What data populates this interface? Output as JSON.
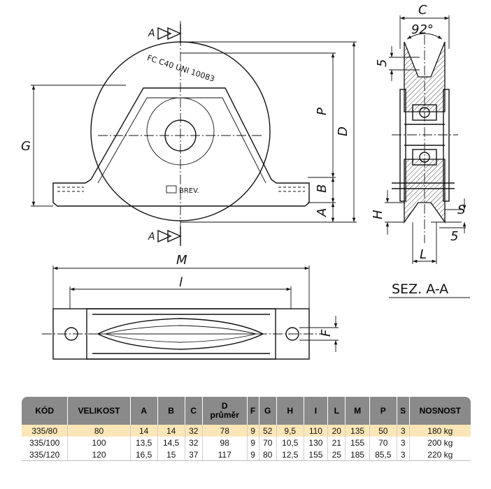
{
  "drawing": {
    "section_marker": "A",
    "stamp_top": "FC C40 UNI 10083",
    "stamp_bottom": "BREV.",
    "section_title": "SEZ. A-A",
    "angle_label": "92°",
    "dims": {
      "C": "C",
      "D": "D",
      "P": "P",
      "G": "G",
      "A": "A",
      "B": "B",
      "H": "H",
      "S": "S",
      "L": "L",
      "M": "M",
      "l": "l",
      "F": "F",
      "five_top": "5",
      "five_bottom": "5"
    }
  },
  "table": {
    "headers": [
      "KÓD",
      "VELIKOST",
      "A",
      "B",
      "C",
      "D",
      "F",
      "G",
      "H",
      "I",
      "L",
      "M",
      "P",
      "S",
      "NOSNOST"
    ],
    "header_sub_d": "průměr",
    "rows": [
      [
        "335/80",
        "80",
        "14",
        "14",
        "32",
        "78",
        "9",
        "52",
        "9,5",
        "110",
        "20",
        "135",
        "50",
        "3",
        "180 kg"
      ],
      [
        "335/100",
        "100",
        "13,5",
        "14,5",
        "32",
        "98",
        "9",
        "70",
        "10,5",
        "130",
        "21",
        "155",
        "70",
        "3",
        "200 kg"
      ],
      [
        "335/120",
        "120",
        "16,5",
        "15",
        "37",
        "117",
        "9",
        "80",
        "12,5",
        "155",
        "25",
        "185",
        "85,5",
        "3",
        "220 kg"
      ]
    ],
    "highlight_color": "#fbe6b8",
    "header_color": "#8a8a8a"
  }
}
